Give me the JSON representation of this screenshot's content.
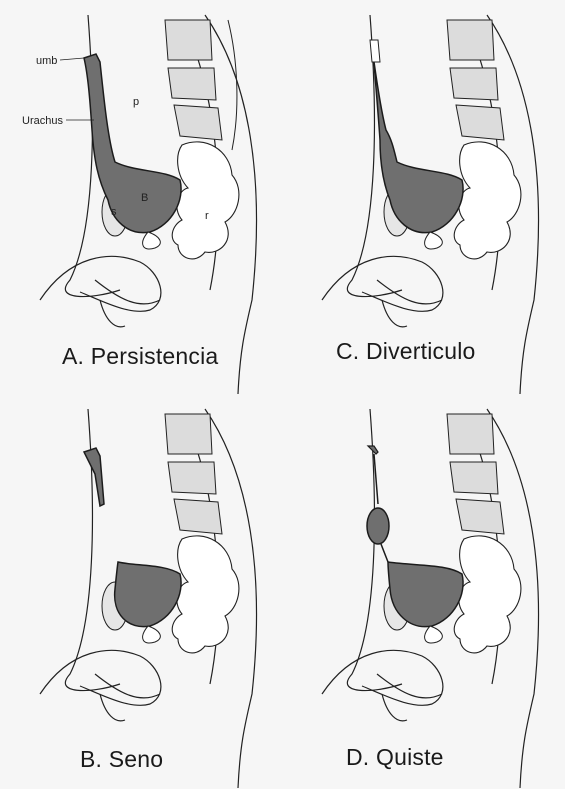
{
  "panels": [
    {
      "id": "A",
      "caption": "A. Persistencia"
    },
    {
      "id": "C",
      "caption": "C. Diverticulo"
    },
    {
      "id": "B",
      "caption": "B. Seno"
    },
    {
      "id": "D",
      "caption": "D. Quiste"
    }
  ],
  "labels": {
    "umb": "umb",
    "urachus": "Urachus",
    "p": "p",
    "B": "B",
    "s": "s",
    "r": "r"
  },
  "colors": {
    "background": "#f6f6f6",
    "bladder_fill": "#6f6f6f",
    "tissue_fill": "#dcdcdc",
    "outline": "#1c1c1c"
  }
}
